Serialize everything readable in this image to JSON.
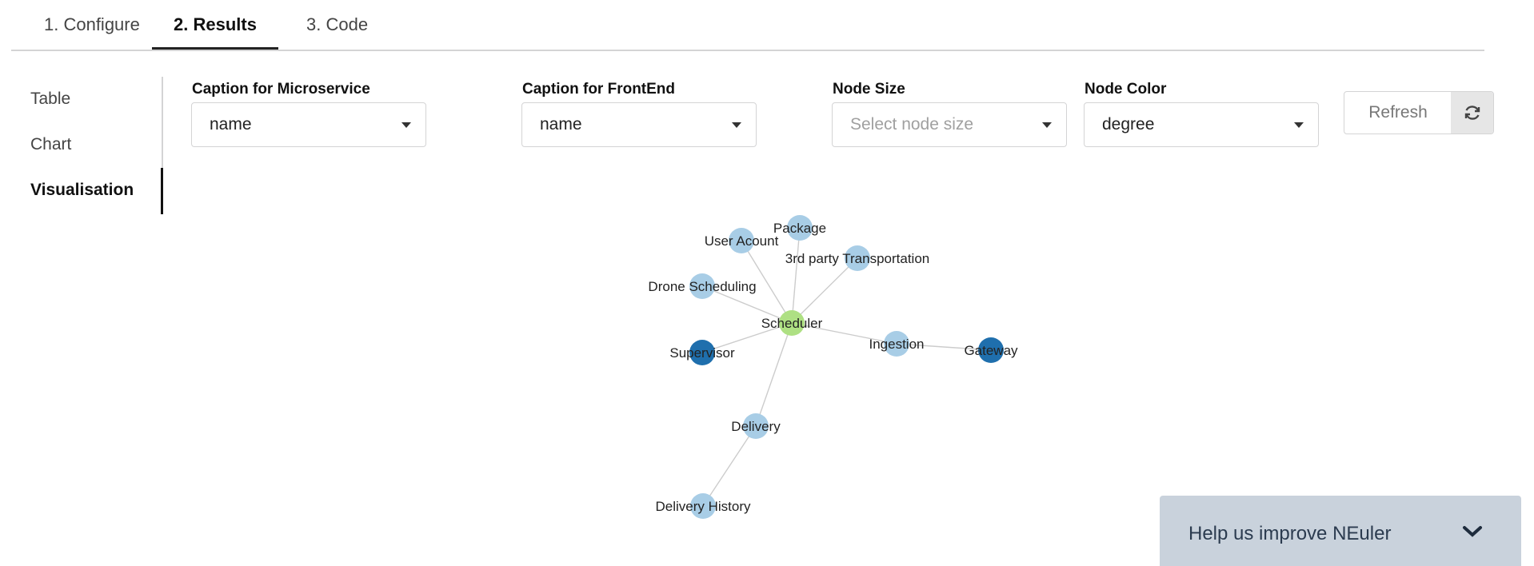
{
  "tabs": [
    {
      "label": "1. Configure"
    },
    {
      "label": "2. Results"
    },
    {
      "label": "3. Code"
    }
  ],
  "active_tab": "2. Results",
  "sidemenu": [
    {
      "label": "Table"
    },
    {
      "label": "Chart"
    },
    {
      "label": "Visualisation"
    }
  ],
  "active_menu": "Visualisation",
  "controls": {
    "caption_microservice": {
      "label": "Caption for Microservice",
      "value": "name"
    },
    "caption_frontend": {
      "label": "Caption for FrontEnd",
      "value": "name"
    },
    "node_size": {
      "label": "Node Size",
      "placeholder": "Select node size"
    },
    "node_color": {
      "label": "Node Color",
      "value": "degree"
    },
    "refresh_label": "Refresh"
  },
  "graph": {
    "colors": {
      "light": "#a8cde6",
      "dark": "#1f6fad",
      "center": "#aee083",
      "edge": "#cccccc"
    },
    "nodes": [
      {
        "id": "scheduler",
        "label": "Scheduler",
        "color": "center"
      },
      {
        "id": "user",
        "label": "User Acount",
        "color": "light"
      },
      {
        "id": "package",
        "label": "Package",
        "color": "light"
      },
      {
        "id": "third",
        "label": "3rd party Transportation",
        "color": "light"
      },
      {
        "id": "drone",
        "label": "Drone Scheduling",
        "color": "light"
      },
      {
        "id": "supervisor",
        "label": "Supervisor",
        "color": "dark"
      },
      {
        "id": "ingestion",
        "label": "Ingestion",
        "color": "light"
      },
      {
        "id": "gateway",
        "label": "Gateway",
        "color": "dark"
      },
      {
        "id": "delivery",
        "label": "Delivery",
        "color": "light"
      },
      {
        "id": "history",
        "label": "Delivery History",
        "color": "light"
      }
    ],
    "edges": [
      [
        "scheduler",
        "user"
      ],
      [
        "scheduler",
        "package"
      ],
      [
        "scheduler",
        "third"
      ],
      [
        "scheduler",
        "drone"
      ],
      [
        "scheduler",
        "supervisor"
      ],
      [
        "scheduler",
        "ingestion"
      ],
      [
        "ingestion",
        "gateway"
      ],
      [
        "scheduler",
        "delivery"
      ],
      [
        "delivery",
        "history"
      ]
    ]
  },
  "feedback": {
    "text": "Help us improve NEuler"
  }
}
